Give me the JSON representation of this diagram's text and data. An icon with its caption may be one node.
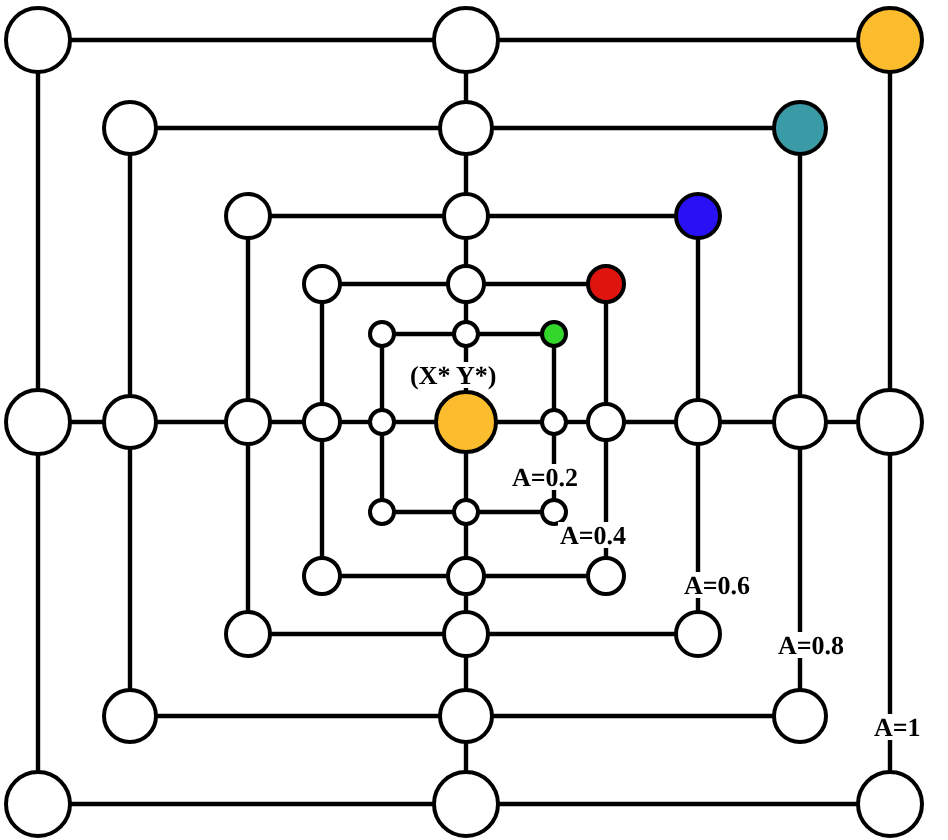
{
  "diagram": {
    "nodes": [
      {
        "text": [],
        "shape": "circle"
      },
      {
        "text": [],
        "shape": "circle"
      },
      {
        "text": [],
        "shape": "circle"
      },
      {
        "text": [],
        "shape": "circle"
      },
      {
        "text": [],
        "shape": "circle"
      },
      {
        "text": [],
        "shape": "circle"
      },
      {
        "text": [],
        "shape": "circle"
      },
      {
        "text": [],
        "shape": "circle"
      },
      {
        "text": [],
        "shape": "circle"
      },
      {
        "text": [],
        "shape": "circle"
      },
      {
        "text": [],
        "shape": "circle"
      },
      {
        "text": [],
        "shape": "circle"
      },
      {
        "text": [],
        "shape": "circle"
      },
      {
        "text": [],
        "shape": "circle"
      },
      {
        "text": [],
        "shape": "circle"
      },
      {
        "text": [],
        "shape": "circle"
      },
      {
        "text": [],
        "shape": "circle"
      },
      {
        "text": [],
        "shape": "circle"
      },
      {
        "text": [],
        "shape": "circle"
      },
      {
        "text": [],
        "shape": "circle"
      },
      {
        "text": [],
        "shape": "circle"
      },
      {
        "text": [],
        "shape": "circle"
      },
      {
        "text": [],
        "shape": "circle"
      },
      {
        "text": [],
        "shape": "circle"
      },
      {
        "text": [],
        "shape": "circle"
      },
      {
        "text": [],
        "shape": "circle"
      },
      {
        "text": [],
        "shape": "circle"
      },
      {
        "text": [],
        "shape": "circle"
      },
      {
        "text": [],
        "shape": "circle"
      },
      {
        "text": [],
        "shape": "circle"
      },
      {
        "text": [],
        "shape": "circle"
      },
      {
        "text": [],
        "shape": "circle"
      },
      {
        "text": [],
        "shape": "circle"
      },
      {
        "text": [],
        "shape": "circle"
      },
      {
        "text": [],
        "shape": "circle"
      },
      {
        "text": [],
        "shape": "circle"
      },
      {
        "text": [],
        "shape": "circle"
      },
      {
        "text": [],
        "shape": "circle"
      },
      {
        "text": [],
        "shape": "circle"
      },
      {
        "text": [],
        "shape": "circle"
      },
      {
        "text": [],
        "shape": "circle",
        "beside": [
          "(X* Y*)"
        ]
      }
    ],
    "edges": [
      {
        "from": 0,
        "to": 1,
        "arrow": "none"
      },
      {
        "from": 1,
        "to": 2,
        "arrow": "none"
      },
      {
        "from": 2,
        "to": 4,
        "arrow": "none"
      },
      {
        "from": 4,
        "to": 7,
        "arrow": "none"
      },
      {
        "from": 7,
        "to": 6,
        "arrow": "none"
      },
      {
        "from": 6,
        "to": 5,
        "arrow": "none"
      },
      {
        "from": 5,
        "to": 3,
        "arrow": "none"
      },
      {
        "from": 3,
        "to": 0,
        "arrow": "none"
      },
      {
        "from": 8,
        "to": 9,
        "arrow": "none"
      },
      {
        "from": 9,
        "to": 10,
        "arrow": "none"
      },
      {
        "from": 10,
        "to": 12,
        "arrow": "none"
      },
      {
        "from": 12,
        "to": 15,
        "arrow": "none"
      },
      {
        "from": 15,
        "to": 14,
        "arrow": "none"
      },
      {
        "from": 14,
        "to": 13,
        "arrow": "none"
      },
      {
        "from": 13,
        "to": 11,
        "arrow": "none"
      },
      {
        "from": 11,
        "to": 8,
        "arrow": "none"
      },
      {
        "from": 16,
        "to": 17,
        "arrow": "none"
      },
      {
        "from": 17,
        "to": 18,
        "arrow": "none"
      },
      {
        "from": 18,
        "to": 20,
        "arrow": "none"
      },
      {
        "from": 20,
        "to": 23,
        "arrow": "none"
      },
      {
        "from": 23,
        "to": 22,
        "arrow": "none"
      },
      {
        "from": 22,
        "to": 21,
        "arrow": "none"
      },
      {
        "from": 21,
        "to": 19,
        "arrow": "none"
      },
      {
        "from": 19,
        "to": 16,
        "arrow": "none"
      },
      {
        "from": 24,
        "to": 25,
        "arrow": "none"
      },
      {
        "from": 25,
        "to": 26,
        "arrow": "none"
      },
      {
        "from": 26,
        "to": 28,
        "arrow": "none"
      },
      {
        "from": 28,
        "to": 31,
        "arrow": "none"
      },
      {
        "from": 31,
        "to": 30,
        "arrow": "none"
      },
      {
        "from": 30,
        "to": 29,
        "arrow": "none"
      },
      {
        "from": 29,
        "to": 27,
        "arrow": "none"
      },
      {
        "from": 27,
        "to": 24,
        "arrow": "none"
      },
      {
        "from": 32,
        "to": 33,
        "arrow": "none"
      },
      {
        "from": 33,
        "to": 34,
        "arrow": "none"
      },
      {
        "from": 34,
        "to": 36,
        "arrow": "none"
      },
      {
        "from": 36,
        "to": 39,
        "arrow": "none"
      },
      {
        "from": 39,
        "to": 38,
        "arrow": "none"
      },
      {
        "from": 38,
        "to": 37,
        "arrow": "none"
      },
      {
        "from": 37,
        "to": 35,
        "arrow": "none"
      },
      {
        "from": 35,
        "to": 32,
        "arrow": "none"
      },
      {
        "from": 1,
        "to": 9,
        "arrow": "none"
      },
      {
        "from": 9,
        "to": 17,
        "arrow": "none"
      },
      {
        "from": 17,
        "to": 25,
        "arrow": "none"
      },
      {
        "from": 25,
        "to": 33,
        "arrow": "none"
      },
      {
        "from": 33,
        "to": 40,
        "arrow": "none"
      },
      {
        "from": 3,
        "to": 11,
        "arrow": "none"
      },
      {
        "from": 11,
        "to": 19,
        "arrow": "none"
      },
      {
        "from": 19,
        "to": 27,
        "arrow": "none"
      },
      {
        "from": 27,
        "to": 35,
        "arrow": "none"
      },
      {
        "from": 35,
        "to": 40,
        "arrow": "none"
      },
      {
        "from": 4,
        "to": 12,
        "arrow": "none"
      },
      {
        "from": 12,
        "to": 20,
        "arrow": "none"
      },
      {
        "from": 20,
        "to": 28,
        "arrow": "none"
      },
      {
        "from": 28,
        "to": 36,
        "arrow": "none"
      },
      {
        "from": 36,
        "to": 40,
        "arrow": "none"
      },
      {
        "from": 6,
        "to": 14,
        "arrow": "none"
      },
      {
        "from": 14,
        "to": 22,
        "arrow": "none"
      },
      {
        "from": 22,
        "to": 30,
        "arrow": "none"
      },
      {
        "from": 30,
        "to": 38,
        "arrow": "none"
      },
      {
        "from": 38,
        "to": 40,
        "arrow": "none"
      }
    ],
    "labels": [
      "A=0.2",
      "A=0.4",
      "A=0.6",
      "A=0.8",
      "A=1"
    ]
  }
}
